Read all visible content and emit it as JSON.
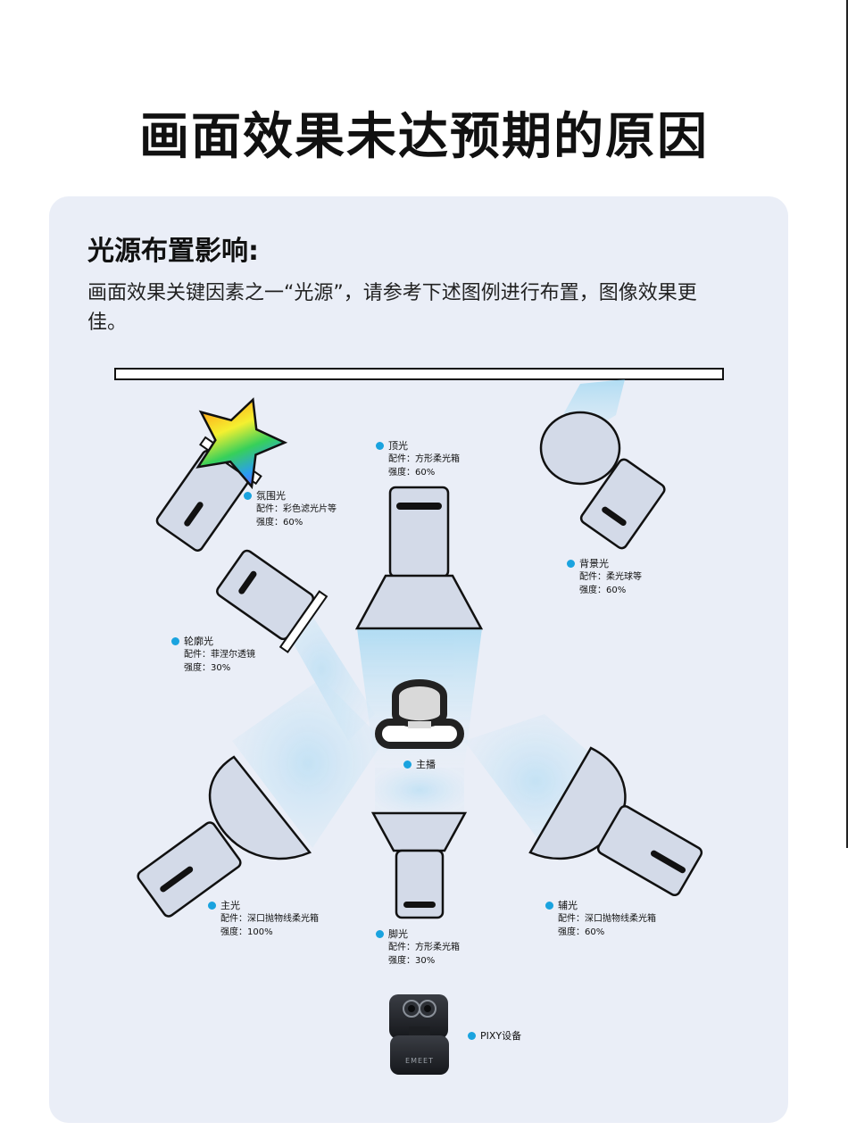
{
  "title": "画面效果未达预期的原因",
  "section": {
    "heading": "光源布置影响:",
    "description": "画面效果关键因素之一“光源”，请参考下述图例进行布置，图像效果更佳。"
  },
  "lights": [
    {
      "key": "ambient",
      "name": "氛围光",
      "accessory": "配件：彩色滤光片等",
      "intensity": "强度：60%"
    },
    {
      "key": "top",
      "name": "顶光",
      "accessory": "配件：方形柔光箱",
      "intensity": "强度：60%"
    },
    {
      "key": "background",
      "name": "背景光",
      "accessory": "配件：柔光球等",
      "intensity": "强度：60%"
    },
    {
      "key": "rim",
      "name": "轮廓光",
      "accessory": "配件：菲涅尔透镜",
      "intensity": "强度：30%"
    },
    {
      "key": "key",
      "name": "主光",
      "accessory": "配件：深口抛物线柔光箱",
      "intensity": "强度：100%"
    },
    {
      "key": "foot",
      "name": "脚光",
      "accessory": "配件：方形柔光箱",
      "intensity": "强度：30%"
    },
    {
      "key": "fill",
      "name": "辅光",
      "accessory": "配件：深口抛物线柔光箱",
      "intensity": "强度：60%"
    }
  ],
  "subject_label": "主播",
  "device_label": "PIXY设备",
  "device_brand": "EMEET",
  "colors": {
    "title": "#111111",
    "panel_bg": "#eaeef7",
    "fixture_fill": "#d3dae8",
    "fixture_stroke": "#111111",
    "beam": "#9ed6f2",
    "dot": "#1aa3df"
  },
  "icons": [
    "rainbow-star-icon",
    "person-icon",
    "webcam-icon"
  ]
}
